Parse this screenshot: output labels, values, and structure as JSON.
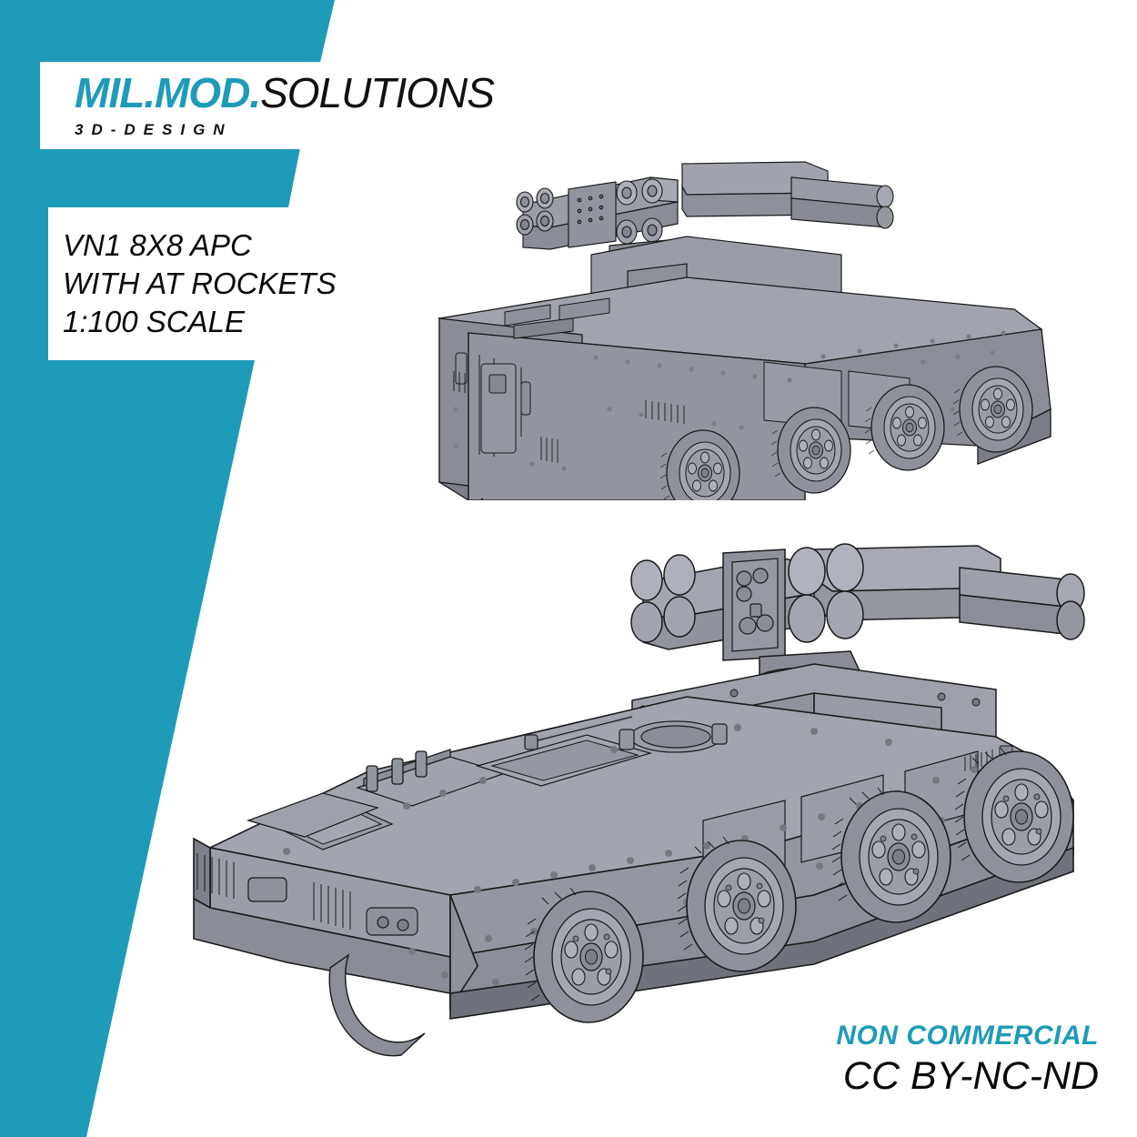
{
  "brand": {
    "name_accent": "MIL.MOD.",
    "name_plain": "SOLUTIONS",
    "tagline": "3D-DESIGN"
  },
  "description": {
    "line1": "VN1 8X8 APC",
    "line2": "WITH AT ROCKETS",
    "line3": "1:100 SCALE"
  },
  "licence": {
    "top": "NON COMMERCIAL",
    "bottom": "CC BY-NC-ND"
  },
  "colors": {
    "accent_teal": "#1E9BB8",
    "background": "#FFFFFF",
    "body_grey": "#9295A0",
    "body_grey_light": "#AEB1BA",
    "body_grey_dark": "#6E7280",
    "outline": "#1A1A1A"
  },
  "renders": [
    {
      "id": "render-top",
      "subject": "VN1 8x8 APC rear three-quarter view with anti-tank rocket launcher pods raised",
      "wheel_count": 4,
      "rocket_tubes": 8
    },
    {
      "id": "render-main",
      "subject": "VN1 8x8 APC front three-quarter view with anti-tank rocket launcher pods raised",
      "wheel_count": 4,
      "rocket_tubes": 8
    }
  ]
}
